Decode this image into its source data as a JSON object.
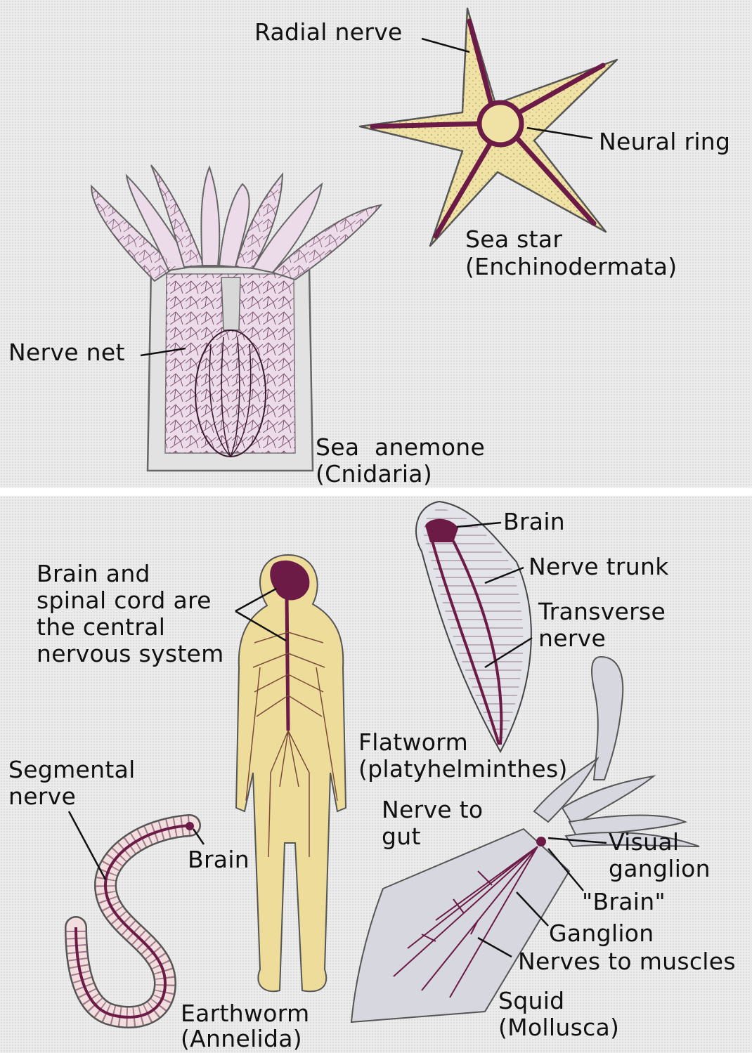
{
  "colors": {
    "panel_bg": "#ececec",
    "sea_star_fill": "#efe2a4",
    "nerve_dark": "#6b1b45",
    "anemone_fill": "#e9d9e6",
    "anemone_body": "#e1e1e1",
    "human_fill": "#eddc9a",
    "worm_fill": "#f2dede",
    "squid_fill": "#d7d7e0",
    "line": "#222222"
  },
  "labels": {
    "radial_nerve": "Radial nerve",
    "neural_ring": "Neural ring",
    "sea_star_name": "Sea star",
    "sea_star_phylum": "(Enchinodermata)",
    "nerve_net": "Nerve net",
    "sea_anemone_name": "Sea  anemone",
    "sea_anemone_phylum": "(Cnidaria)",
    "flatworm_brain": "Brain",
    "nerve_trunk": "Nerve trunk",
    "transverse_1": "Transverse",
    "transverse_2": "nerve",
    "flatworm_name": "Flatworm",
    "flatworm_phylum": "(platyhelminthes)",
    "cns_1": "Brain and",
    "cns_2": "spinal cord are",
    "cns_3": "the central",
    "cns_4": "nervous system",
    "segmental_1": "Segmental",
    "segmental_2": "nerve",
    "earthworm_brain": "Brain",
    "earthworm_name": "Earthworm",
    "earthworm_phylum": "(Annelida)",
    "nerve_gut_1": "Nerve to",
    "nerve_gut_2": "gut",
    "visual_1": "Visual",
    "visual_2": "ganglion",
    "squid_brain": "\"Brain\"",
    "ganglion": "Ganglion",
    "nerves_muscles": "Nerves to muscles",
    "squid_name": "Squid",
    "squid_phylum": "(Mollusca)"
  }
}
